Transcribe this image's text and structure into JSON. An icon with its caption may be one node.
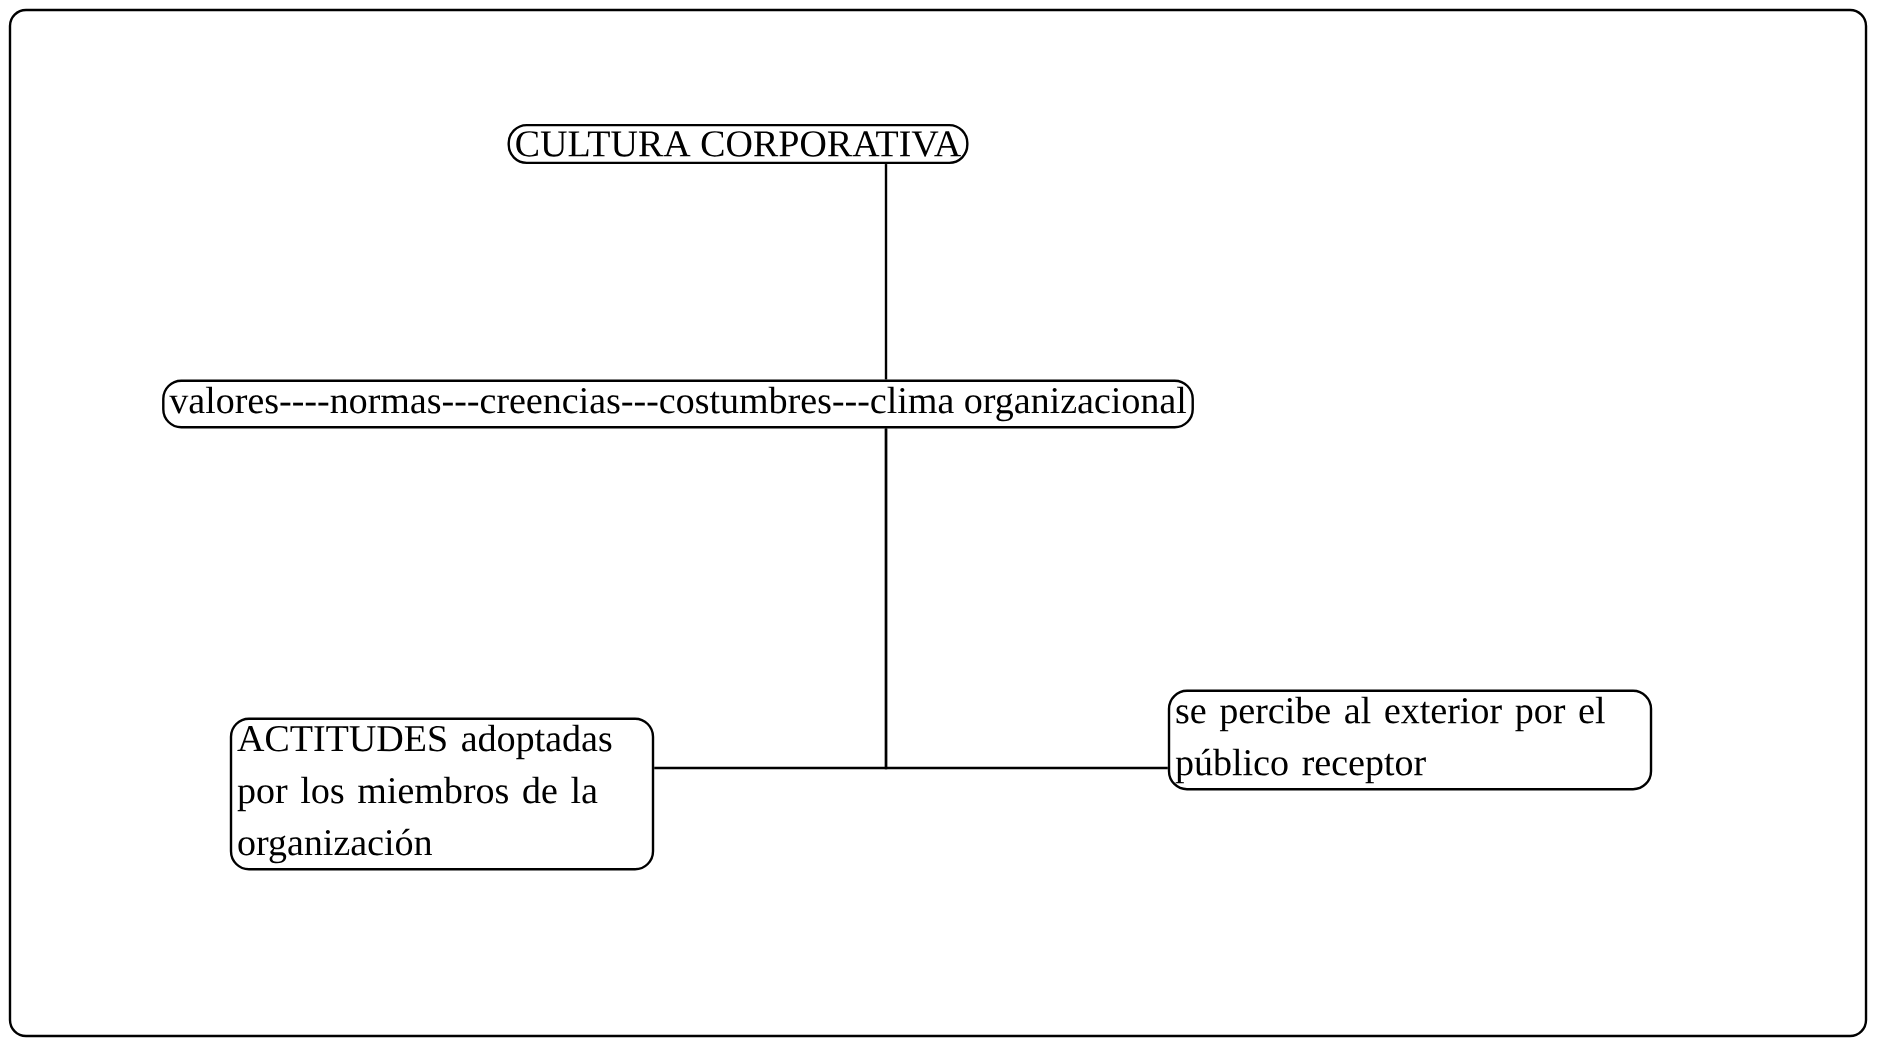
{
  "diagram": {
    "nodes": [
      {
        "text": [
          "CULTURA CORPORATIVA"
        ]
      },
      {
        "text": [
          "valores----normas---creencias---costumbres---clima organizacional"
        ]
      },
      {
        "text": [
          "ACTITUDES adoptadas por los miembros de la organización"
        ]
      },
      {
        "text": [
          "se percibe al exterior por el público receptor"
        ]
      }
    ],
    "edges": [
      {
        "from": 0,
        "to": 1,
        "arrow": "none"
      },
      {
        "from": 1,
        "to": 2,
        "arrow": "none"
      },
      {
        "from": 1,
        "to": 3,
        "arrow": "none"
      }
    ]
  }
}
